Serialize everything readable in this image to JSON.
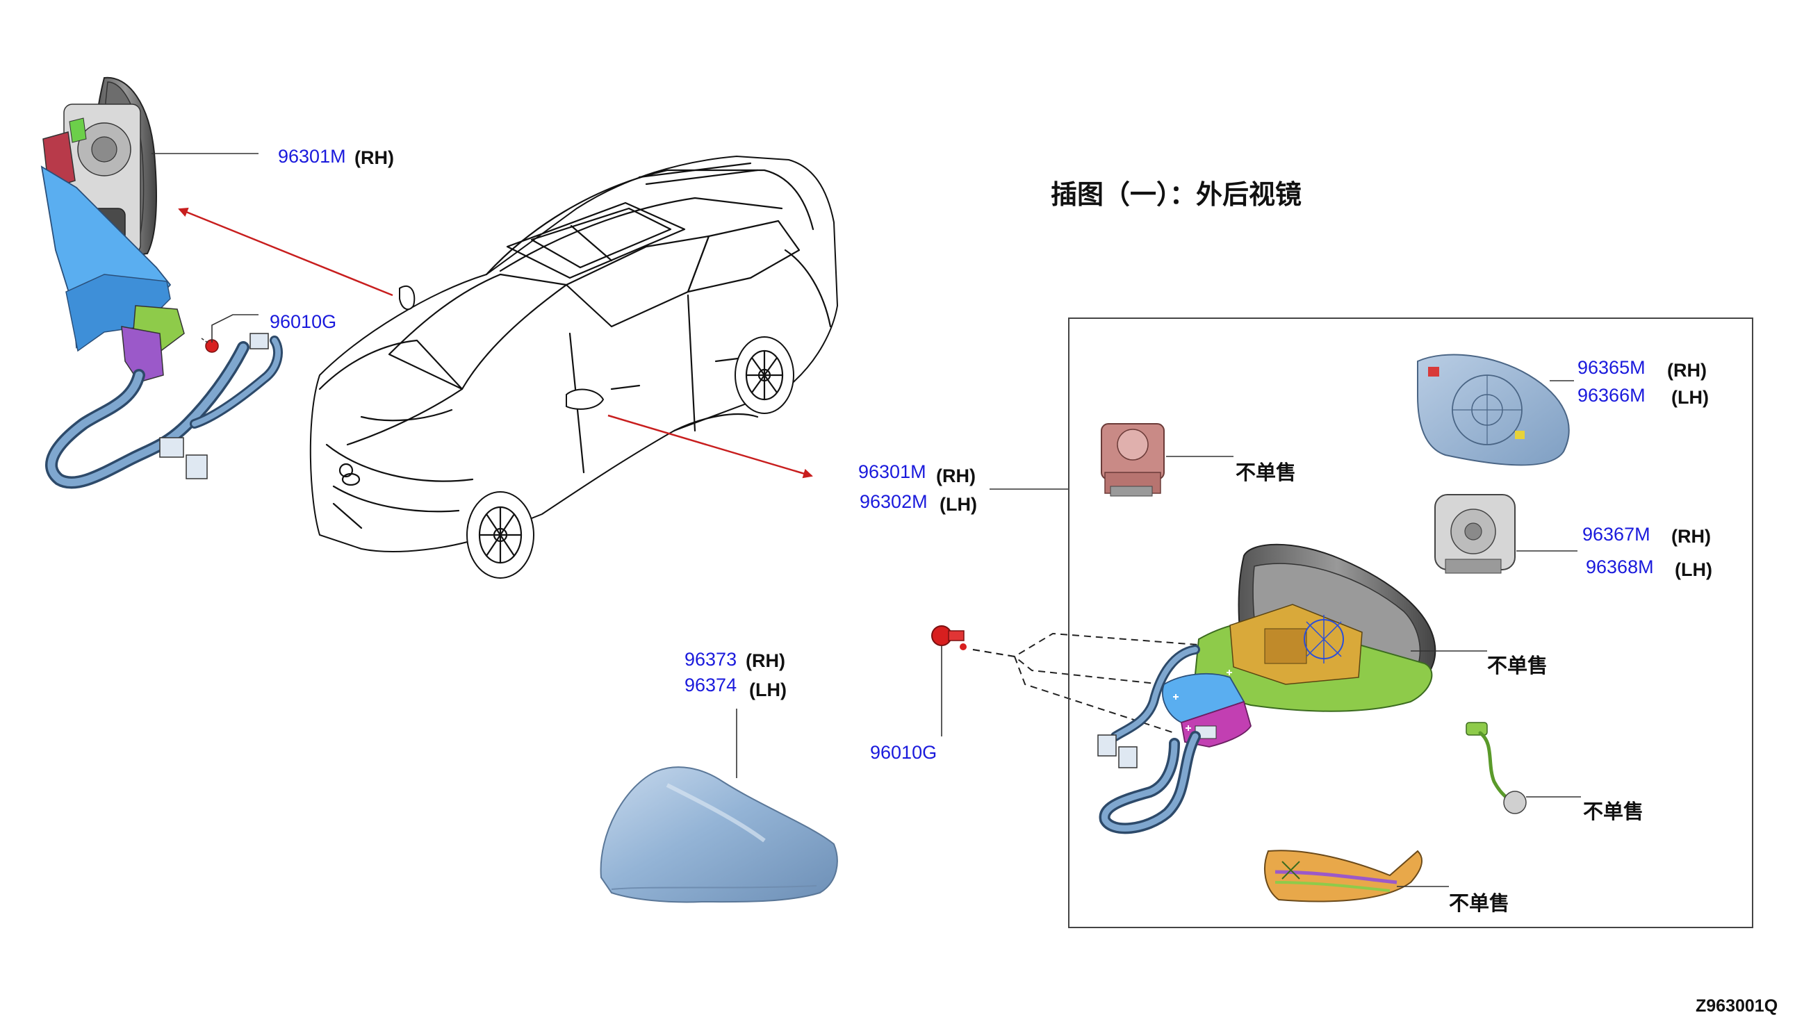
{
  "title": "插图（一）：外后视镜",
  "figure_code": "Z963001Q",
  "callouts": {
    "top_assembly": {
      "part": "96301M",
      "side": "(RH)"
    },
    "top_screw": {
      "part": "96010G"
    },
    "main_assembly_rh": {
      "part": "96301M",
      "side": "(RH)"
    },
    "main_assembly_lh": {
      "part": "96302M",
      "side": "(LH)"
    },
    "cover_rh": {
      "part": "96373",
      "side": "(RH)"
    },
    "cover_lh": {
      "part": "96374",
      "side": "(LH)"
    },
    "screw": {
      "part": "96010G"
    },
    "glass_rh": {
      "part": "96365M",
      "side": "(RH)"
    },
    "glass_lh": {
      "part": "96366M",
      "side": "(LH)"
    },
    "actuator_rh": {
      "part": "96367M",
      "side": "(RH)"
    },
    "actuator_lh": {
      "part": "96368M",
      "side": "(LH)"
    },
    "not_sold_motor": "不单售",
    "not_sold_housing": "不单售",
    "not_sold_lamp": "不单售",
    "not_sold_turn": "不单售"
  },
  "colors": {
    "arrow": "#c81e1e",
    "part_number": "#1a1adc",
    "cover_fill": "#8fb0d2",
    "base_blue": "#5aaef0",
    "base_green": "#8ecb4a",
    "base_magenta": "#c23fb2",
    "screw_red": "#d81f1f"
  }
}
